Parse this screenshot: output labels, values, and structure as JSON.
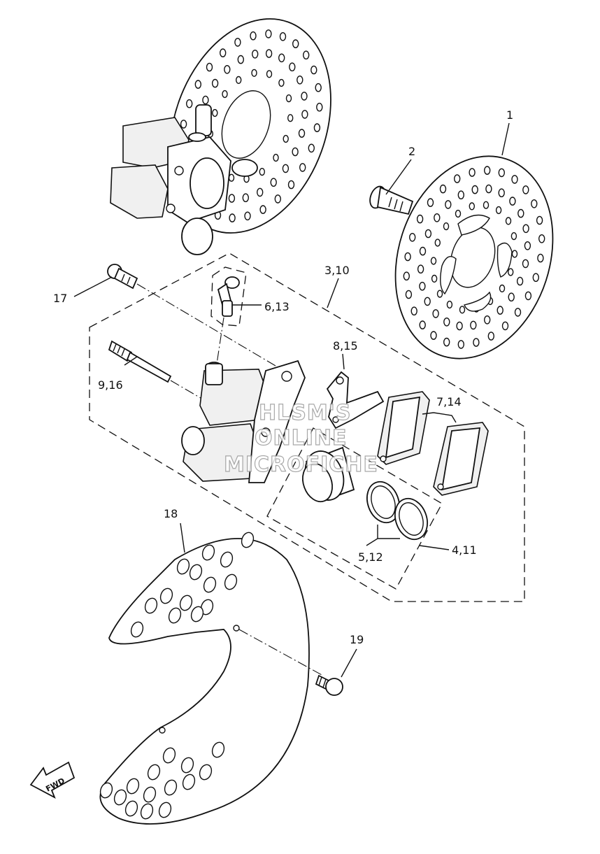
{
  "labels": {
    "p1": "1",
    "p2": "2",
    "p3_10": "3,10",
    "p17": "17",
    "p6_13": "6,13",
    "p8_15": "8,15",
    "p9_16": "9,16",
    "p7_14": "7,14",
    "p18": "18",
    "p5_12": "5,12",
    "p4_11": "4,11",
    "p19": "19"
  },
  "watermark": {
    "line1": "HLSM'S",
    "line2": "ONLINE",
    "line3": "MICROFICHE"
  },
  "fwd": "FWD"
}
